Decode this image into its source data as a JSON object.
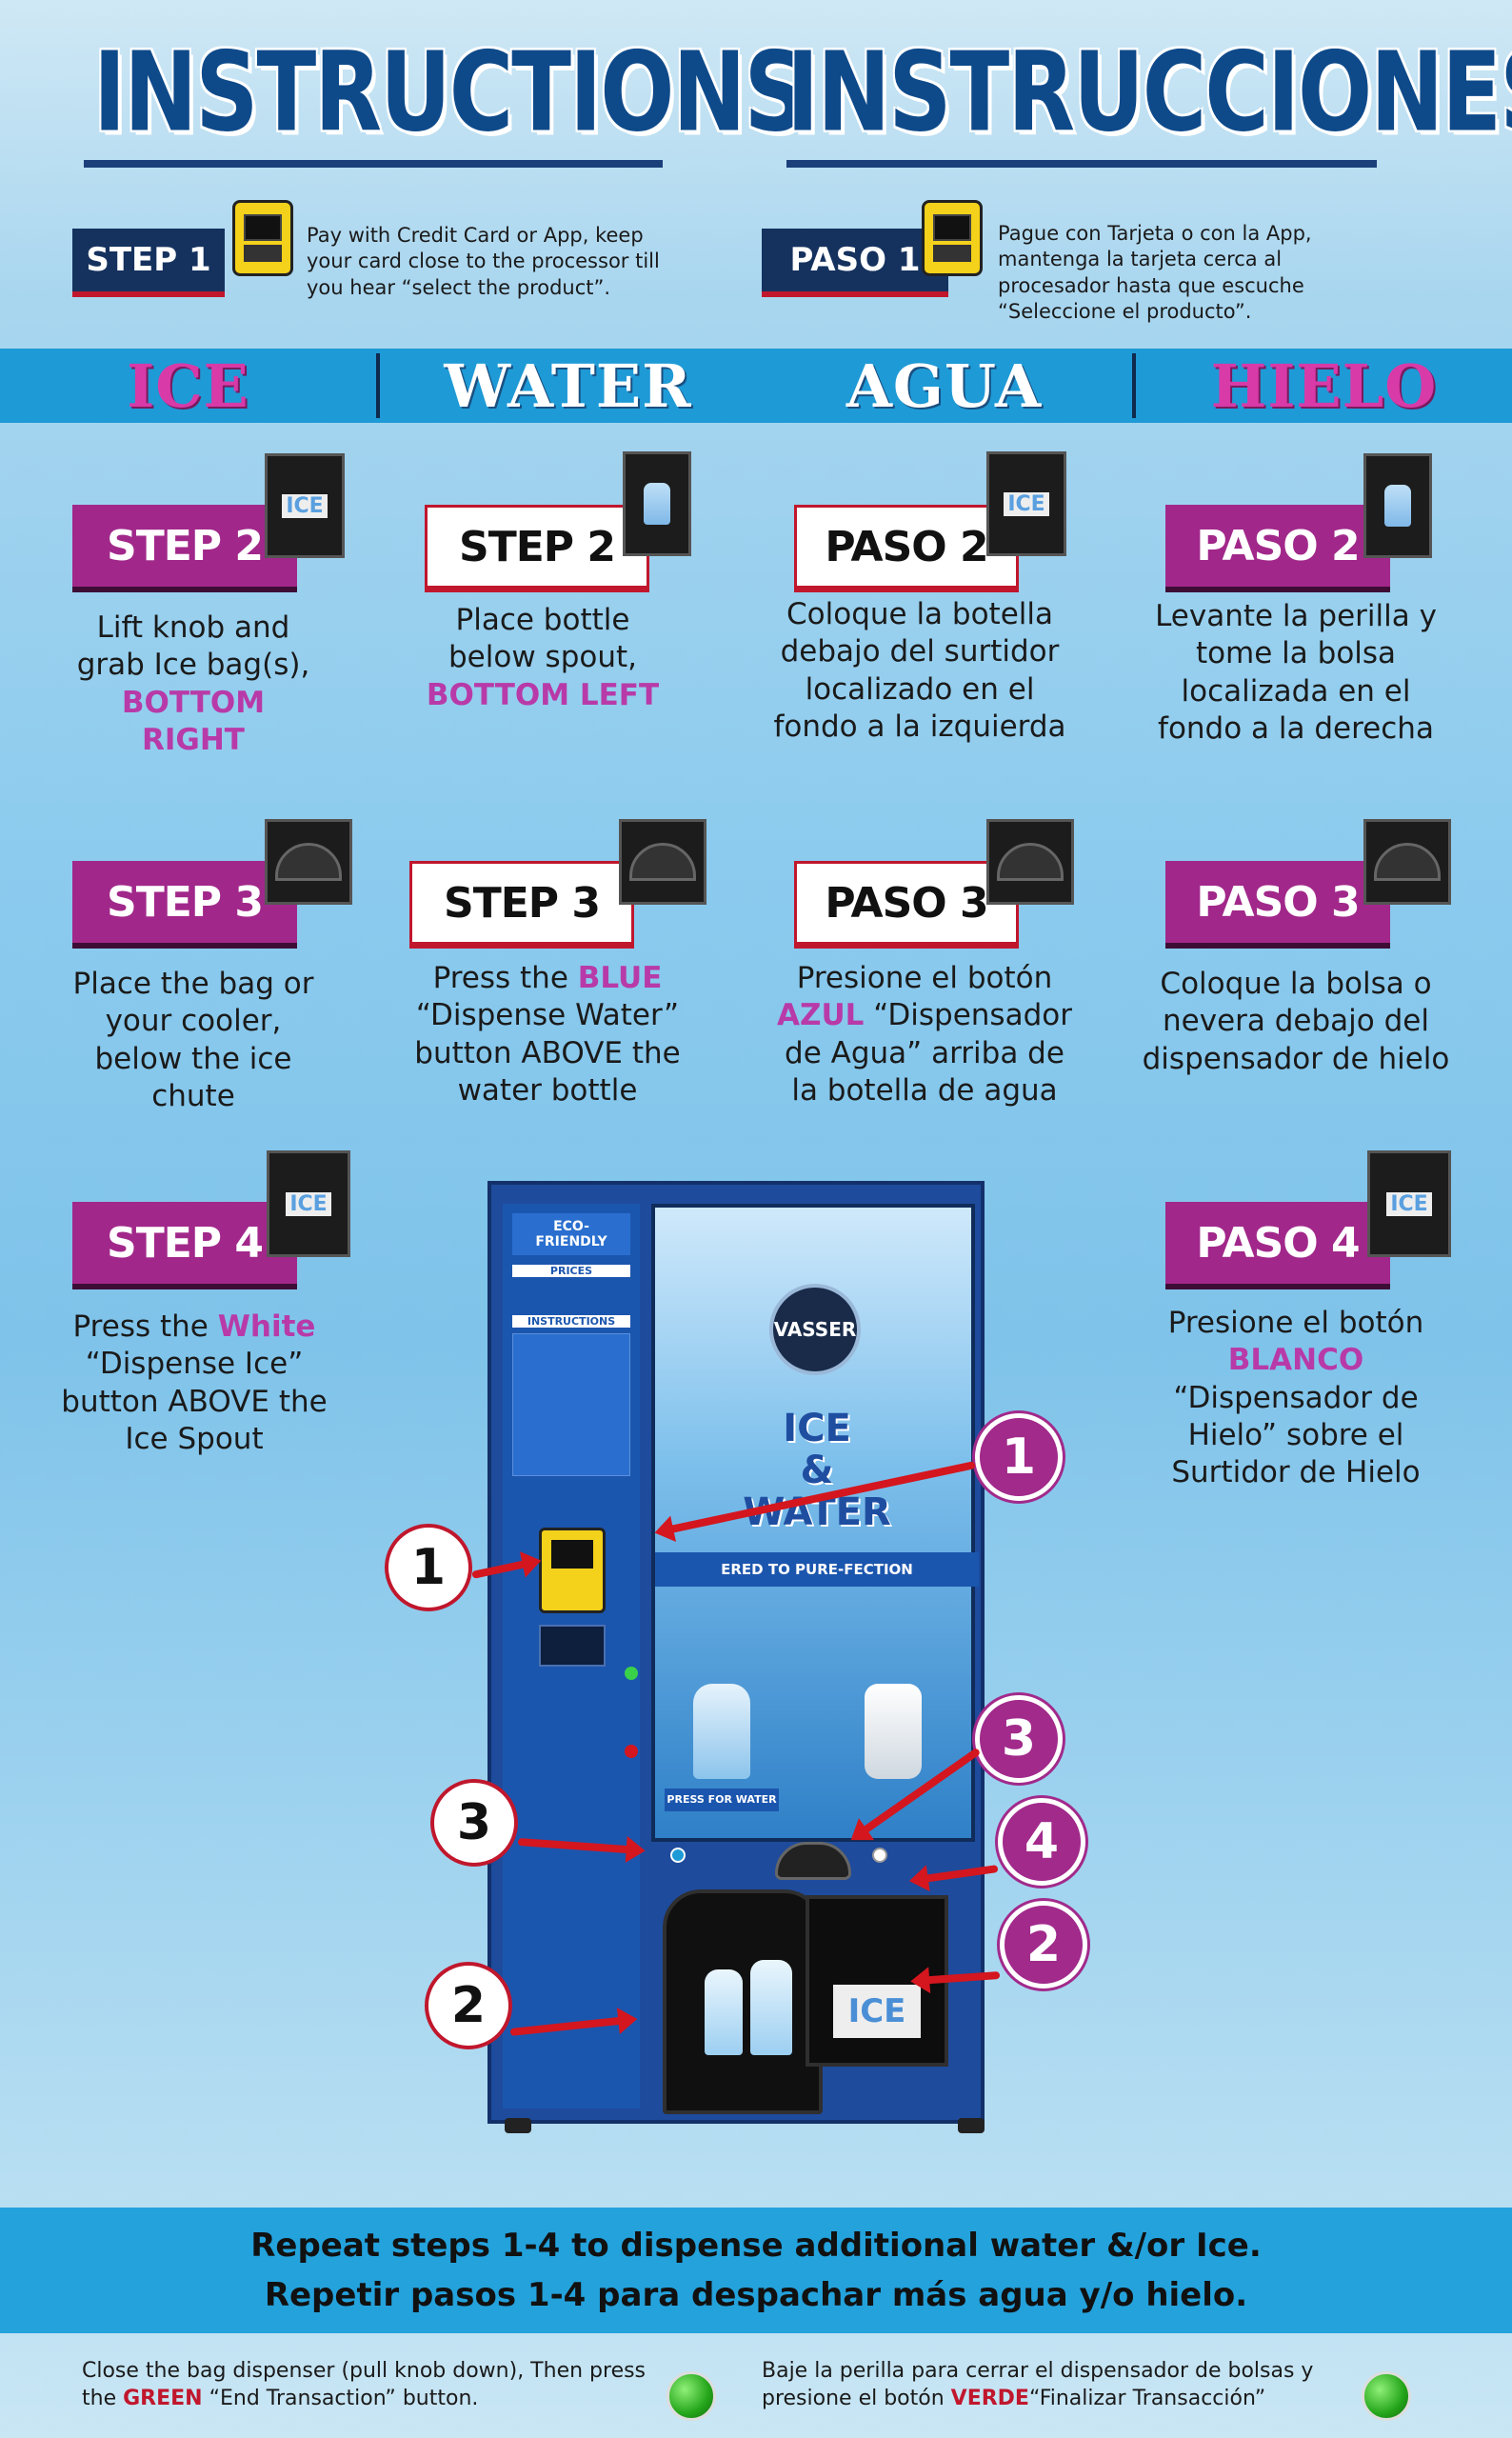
{
  "titles": {
    "en": "INSTRUCTIONS",
    "es": "INSTRUCCIONES"
  },
  "step1": {
    "en_label": "STEP 1",
    "en_text": "Pay with Credit Card or App, keep your card close to the processor till you hear  “select the product”.",
    "es_label": "PASO 1",
    "es_text": "Pague con Tarjeta o con la App, mantenga  la tarjeta cerca al procesador hasta que escuche “Seleccione el producto”."
  },
  "banner": {
    "ice": "ICE",
    "water": "WATER",
    "agua": "AGUA",
    "hielo": "HIELO"
  },
  "step2": {
    "ice": {
      "label": "STEP 2",
      "text_pre": "Lift knob and grab Ice bag(s),",
      "highlight": "BOTTOM RIGHT",
      "thumb_text": "ICE"
    },
    "water": {
      "label": "STEP 2",
      "text_pre": "Place bottle below spout,",
      "highlight": "BOTTOM LEFT"
    },
    "agua": {
      "label": "PASO 2",
      "text": "Coloque la botella debajo del surtidor localizado en el fondo a la izquierda",
      "thumb_text": "ICE"
    },
    "hielo": {
      "label": "PASO 2",
      "text": "Levante la perilla y tome la bolsa localizada en el fondo a la derecha"
    }
  },
  "step3": {
    "ice": {
      "label": "STEP 3",
      "text": "Place the bag or your cooler, below the ice chute"
    },
    "water": {
      "label": "STEP 3",
      "text_pre": "Press the",
      "highlight": "BLUE",
      "text_post": "“Dispense Water” button ABOVE the water bottle"
    },
    "agua": {
      "label": "PASO 3",
      "text_pre": "Presione el botón",
      "highlight": "AZUL",
      "text_post": "“Dispensador de Agua” arriba de la botella de agua"
    },
    "hielo": {
      "label": "PASO 3",
      "text": "Coloque la bolsa o nevera debajo del dispensador de hielo"
    }
  },
  "step4": {
    "ice": {
      "label": "STEP 4",
      "text_pre": "Press the",
      "highlight": "White",
      "text_post": "“Dispense Ice” button ABOVE the Ice Spout",
      "thumb_text": "ICE"
    },
    "hielo": {
      "label": "PASO 4",
      "text_pre": "Presione el botón",
      "highlight": "BLANCO",
      "text_post": "“Dispensador de Hielo” sobre el Surtidor de Hielo",
      "thumb_text": "ICE"
    }
  },
  "machine": {
    "brand": "VASSER",
    "logo_ice": "ICE",
    "logo_amp": "&",
    "logo_water": "WATER",
    "purefection": "ERED TO PURE-FECTION",
    "press_water": "PRESS FOR WATER",
    "eco": "ECO- FRIENDLY",
    "prices": "PRICES",
    "instructions": "INSTRUCTIONS",
    "ice_door": "ICE"
  },
  "callouts": [
    "1",
    "1",
    "3",
    "3",
    "4",
    "2",
    "2"
  ],
  "bottom": {
    "en": "Repeat steps 1-4 to dispense additional water &/or Ice.",
    "es": "Repetir pasos 1-4 para despachar más agua y/o hielo."
  },
  "footer": {
    "en_pre": "Close the bag dispenser (pull knob down), Then press the",
    "en_green": "GREEN",
    "en_post": "“End Transaction” button.",
    "es_pre": "Baje la perilla para cerrar el dispensador de bolsas y presione el botón",
    "es_green": "VERDE",
    "es_post": "“Finalizar Transacción”"
  },
  "colors": {
    "navy": "#15325f",
    "magenta": "#a1288a",
    "banner_blue": "#1e9ad6",
    "red": "#c0172d"
  }
}
